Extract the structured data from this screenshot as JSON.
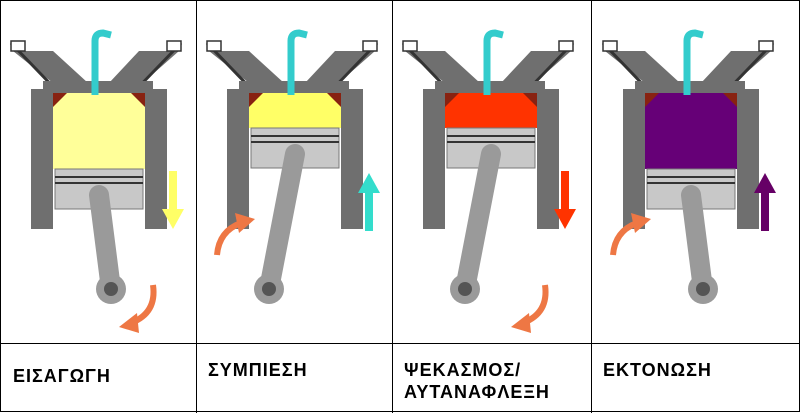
{
  "stages": [
    {
      "label": "ΕΙΣΑΓΩΓΗ",
      "chamber_fill": "#ffff99",
      "piston_arrow": "down",
      "piston_arrow_color": "#ffff66",
      "crank_arrow": "lower-right",
      "top": "bottom"
    },
    {
      "label": "ΣΥΜΠΙΕΣΗ",
      "chamber_fill": "#ffff66",
      "piston_arrow": "up",
      "piston_arrow_color": "#33ddcc",
      "crank_arrow": "upper-left",
      "top": "top"
    },
    {
      "label": "ΨΕΚΑΣΜΟΣ/\nΑΥΤΑΝΑΦΛΕΞΗ",
      "chamber_fill": "#ff3300",
      "piston_arrow": "down",
      "piston_arrow_color": "#ff3300",
      "crank_arrow": "lower-right",
      "top": "top"
    },
    {
      "label": "ΕΚΤΟΝΩΣΗ",
      "chamber_fill": "#660077",
      "piston_arrow": "up",
      "piston_arrow_color": "#660066",
      "crank_arrow": "upper-left",
      "top": "bottom"
    }
  ],
  "colors": {
    "cylinder": "#6f6f6f",
    "piston": "#c8c8c8",
    "rod": "#9a9a9a",
    "injector": "#33cccc",
    "valve_red": "#882211",
    "crank_arrow": "#ee7744"
  },
  "icons": [
    "piston-icon",
    "injector-icon",
    "rotation-arrow-icon",
    "motion-arrow-icon"
  ]
}
